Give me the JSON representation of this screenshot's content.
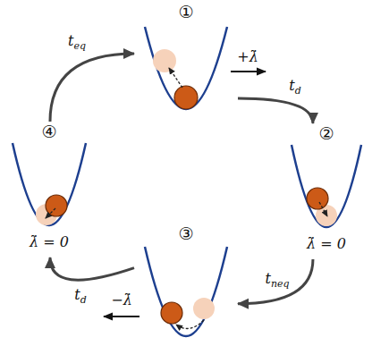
{
  "diagram": {
    "nodes": [
      {
        "text": [
          "①"
        ]
      },
      {
        "text": [
          "②",
          "λ̇ = 0"
        ]
      },
      {
        "text": [
          "③"
        ]
      },
      {
        "text": [
          "④",
          "λ̇ = 0"
        ]
      }
    ],
    "edges": [
      {
        "from": 0,
        "to": 1,
        "arrow": "to",
        "label": "td"
      },
      {
        "from": 1,
        "to": 2,
        "arrow": "to",
        "label": "tneq"
      },
      {
        "from": 2,
        "to": 3,
        "arrow": "to",
        "label": "td"
      },
      {
        "from": 3,
        "to": 0,
        "arrow": "to",
        "label": "teq"
      }
    ],
    "labels": [
      "+λ̇",
      "−λ̇"
    ]
  }
}
